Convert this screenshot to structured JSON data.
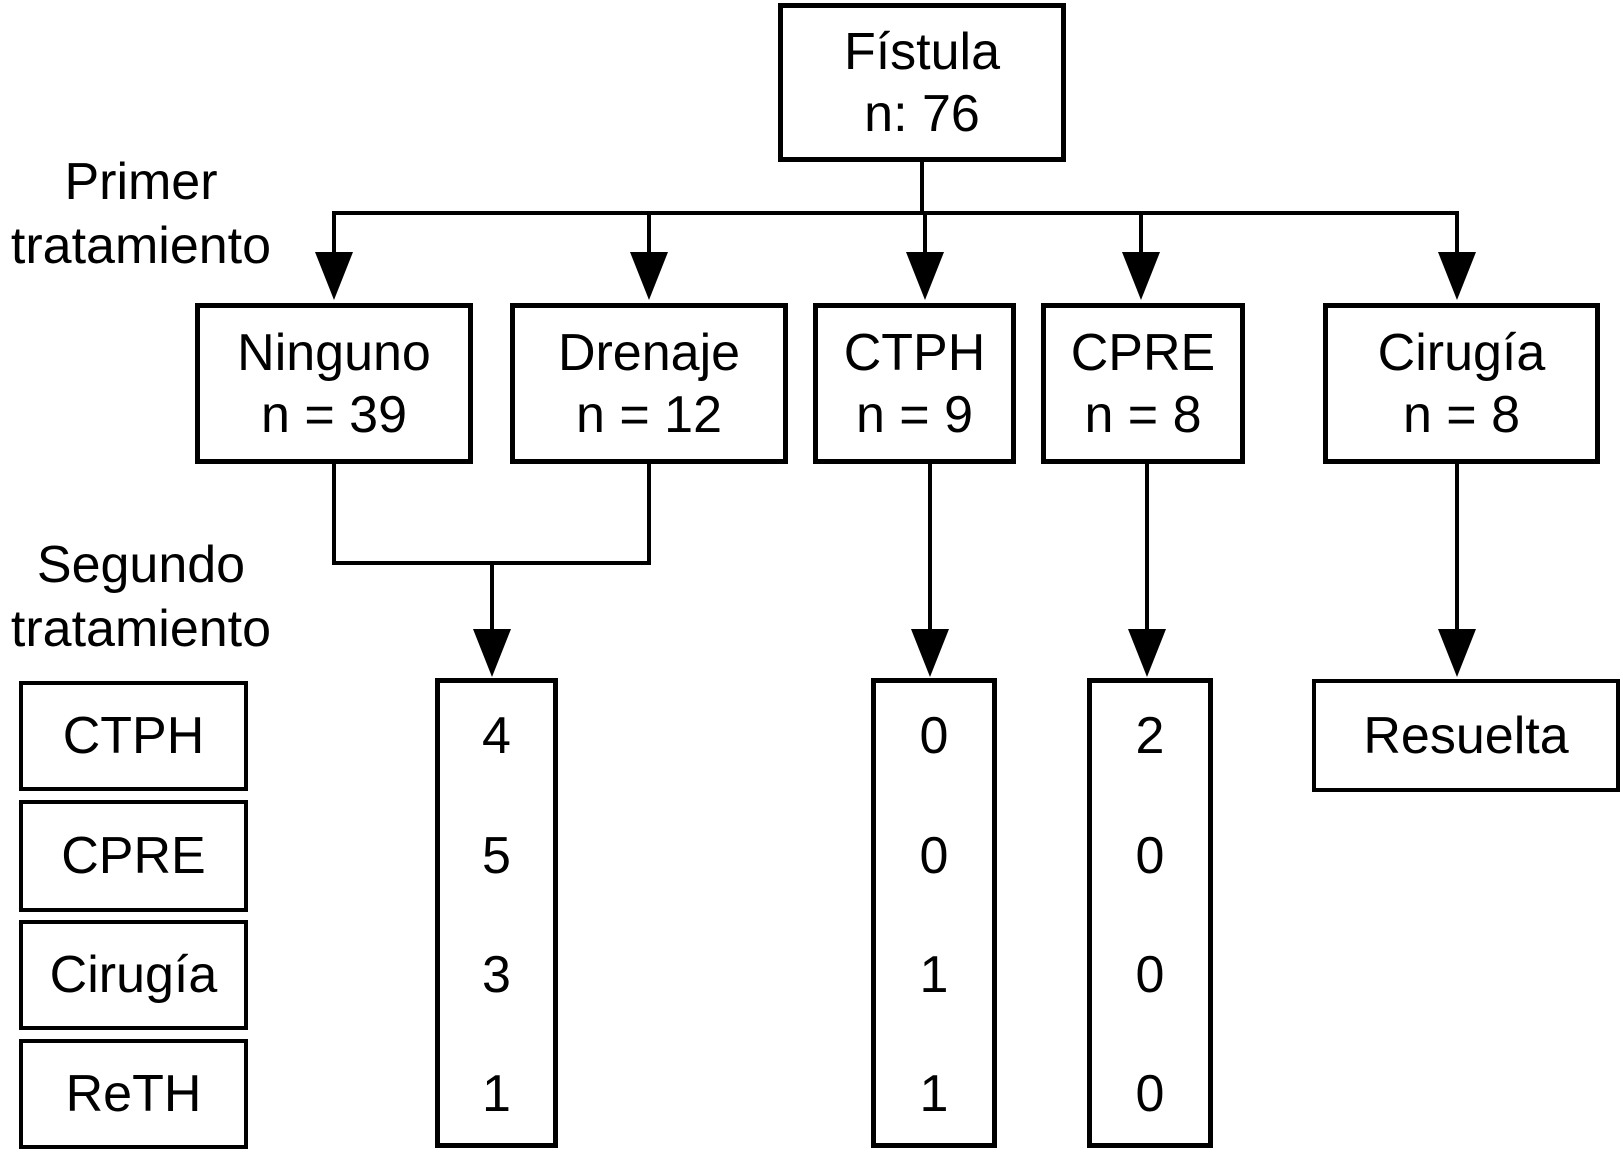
{
  "figure": {
    "root": {
      "line1": "Fístula",
      "line2": "n: 76"
    },
    "labels": {
      "first": [
        "Primer",
        "tratamiento"
      ],
      "second": [
        "Segundo",
        "tratamiento"
      ]
    },
    "first_treatment": [
      {
        "name": "Ninguno",
        "n": "n = 39"
      },
      {
        "name": "Drenaje",
        "n": "n = 12"
      },
      {
        "name": "CTPH",
        "n": "n = 9"
      },
      {
        "name": "CPRE",
        "n": "n = 8"
      },
      {
        "name": "Cirugía",
        "n": "n = 8"
      }
    ],
    "second_treatment": {
      "row_labels": [
        "CTPH",
        "CPRE",
        "Cirugía",
        "ReTH"
      ],
      "ninguno_drenaje_values": [
        "4",
        "5",
        "3",
        "1"
      ],
      "ctph_values": [
        "0",
        "0",
        "1",
        "1"
      ],
      "cpre_values": [
        "2",
        "0",
        "0",
        "0"
      ],
      "cirugia_outcome": "Resuelta"
    }
  },
  "colors": {
    "line": "#000000",
    "background": "#ffffff",
    "text": "#000000"
  }
}
